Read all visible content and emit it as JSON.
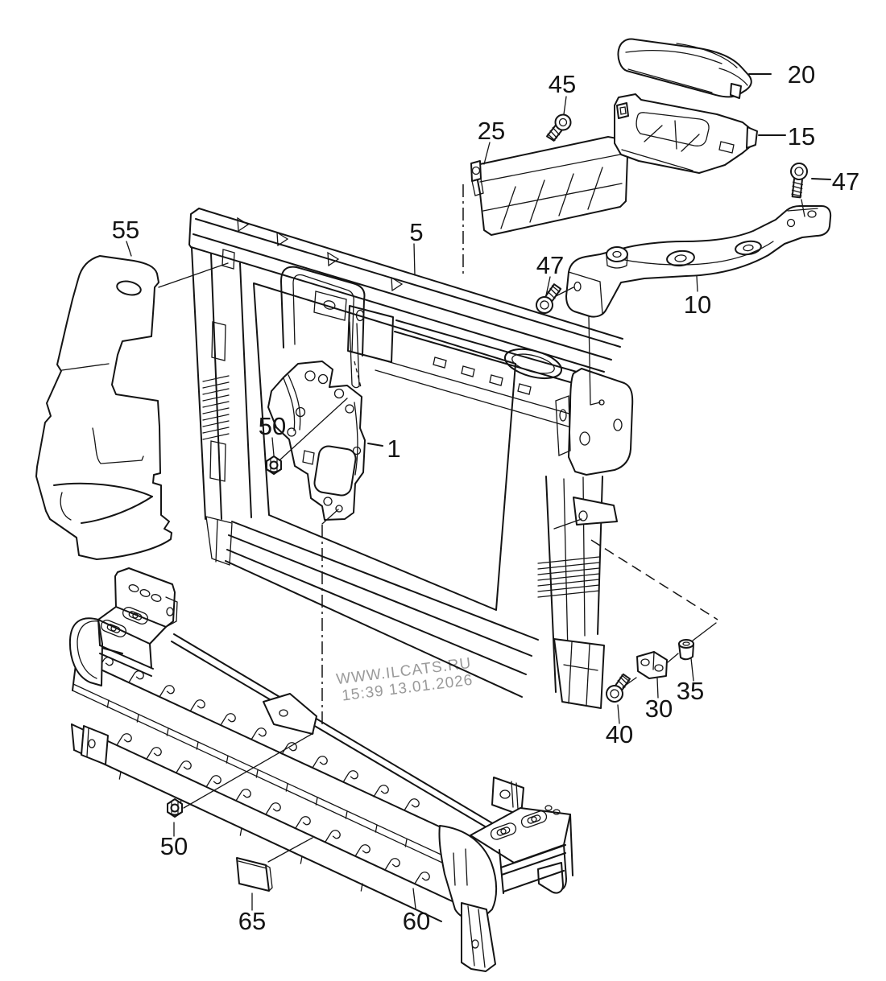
{
  "diagram": {
    "background": "#ffffff",
    "line_color": "#141414",
    "watermark": {
      "line1": "WWW.ILCATS.RU",
      "line2": "15:39 13.01.2026",
      "color": "#9a9a9a"
    },
    "labels": {
      "n45": "45",
      "n20": "20",
      "n25": "25",
      "n15": "15",
      "n47_top": "47",
      "n5": "5",
      "n55": "55",
      "n47_left": "47",
      "n10": "10",
      "n50_mid": "50",
      "n1": "1",
      "n35": "35",
      "n30": "30",
      "n40": "40",
      "n50_bottom": "50",
      "n65": "65",
      "n60": "60"
    }
  }
}
